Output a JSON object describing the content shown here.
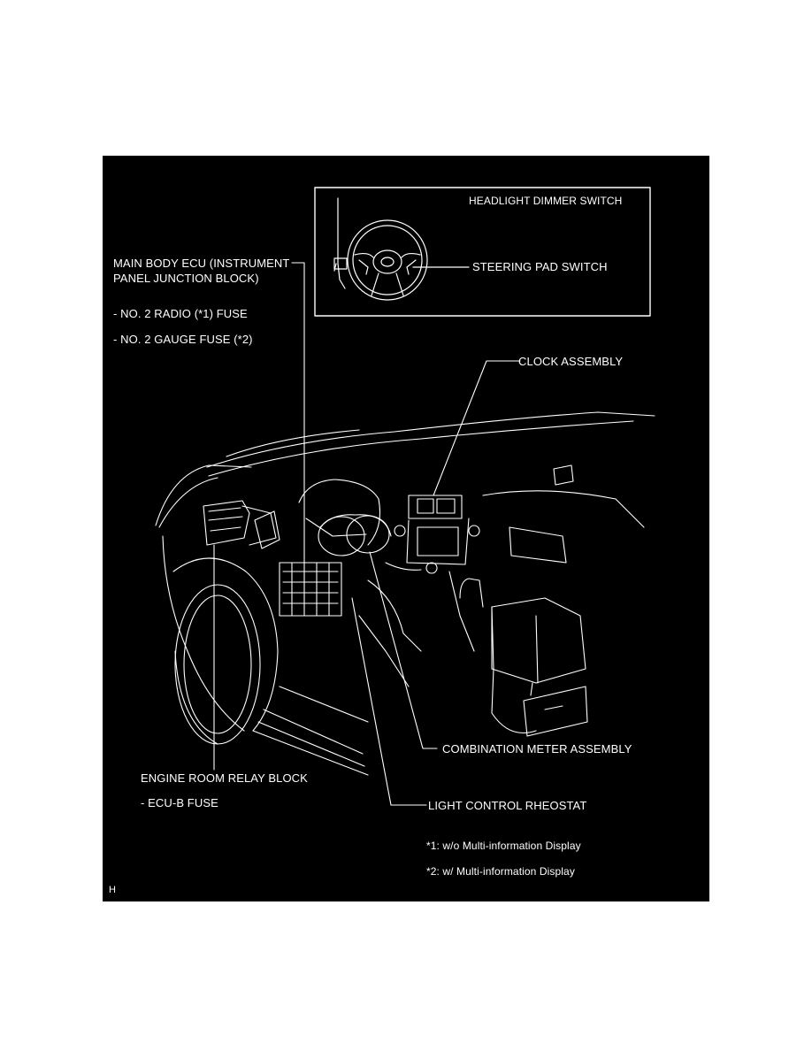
{
  "colors": {
    "background": "#000000",
    "lines": "#ffffff",
    "page": "#ffffff"
  },
  "inset": {
    "title": "HEADLIGHT DIMMER SWITCH",
    "steering_pad_switch": "STEERING PAD SWITCH"
  },
  "labels": {
    "main_body_ecu_1": "MAIN BODY ECU (INSTRUMENT",
    "main_body_ecu_2": "PANEL JUNCTION BLOCK)",
    "radio_fuse": "- NO. 2 RADIO (*1) FUSE",
    "gauge_fuse": "- NO. 2 GAUGE FUSE (*2)",
    "clock_assembly": "CLOCK ASSEMBLY",
    "combination_meter": "COMBINATION METER ASSEMBLY",
    "engine_room_relay": "ENGINE ROOM RELAY BLOCK",
    "ecu_b_fuse": "- ECU-B FUSE",
    "light_control": "LIGHT CONTROL RHEOSTAT",
    "note_1": "*1: w/o Multi-information Display",
    "note_2": "*2: w/ Multi-information Display",
    "corner_mark": "H"
  }
}
